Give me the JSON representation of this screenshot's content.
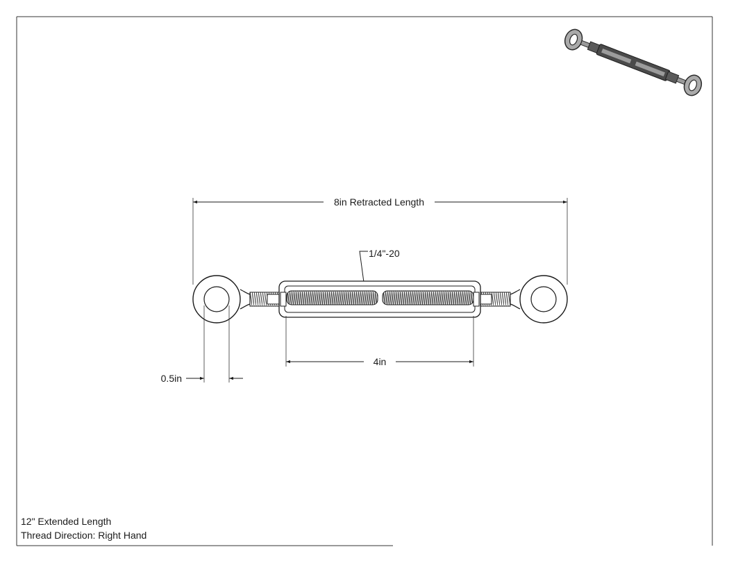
{
  "dimensions": {
    "overall_length": "8in Retracted Length",
    "thread_spec": "1/4\"-20",
    "body_length": "4in",
    "eye_diameter": "0.5in"
  },
  "notes": {
    "extended_length": "12\" Extended Length",
    "thread_direction": "Thread Direction: Right Hand"
  },
  "icons": {
    "preview": "turnbuckle-3d-icon"
  },
  "colors": {
    "line": "#1a1a1a",
    "thread": "#666666",
    "metal_dark": "#3a3a3a",
    "metal_light": "#b5b5b5"
  }
}
